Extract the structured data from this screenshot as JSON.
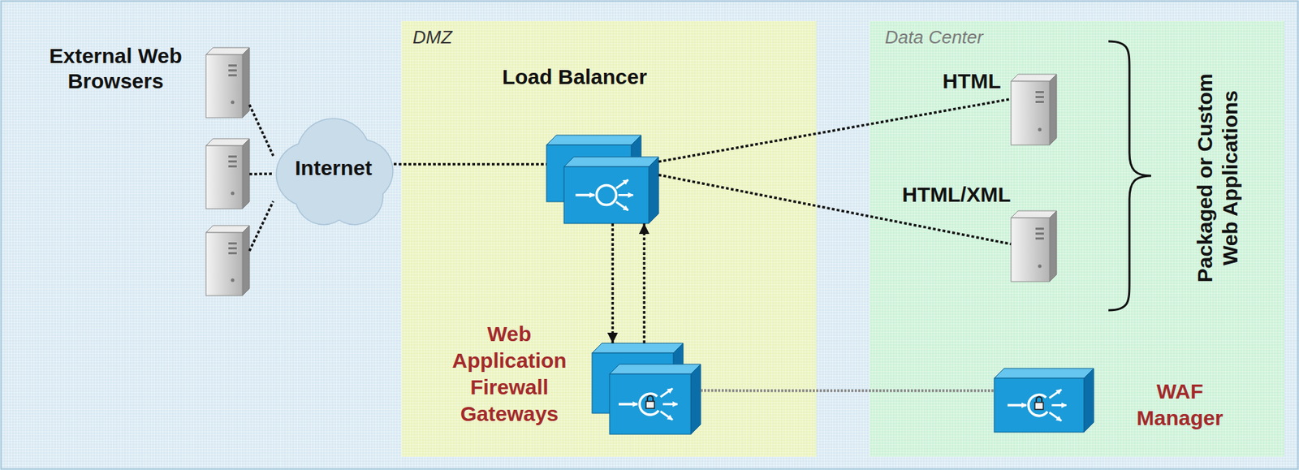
{
  "diagram": {
    "nodes": [
      {
        "text": [
          "External Web Browsers"
        ]
      },
      {
        "text": [
          "Internet"
        ]
      },
      {
        "text": [
          "DMZ"
        ]
      },
      {
        "text": [
          "Load Balancer"
        ],
        "in": 2
      },
      {
        "text": [
          "Web Application Firewall Gateways"
        ],
        "in": 2
      },
      {
        "text": [
          "Data Center"
        ]
      },
      {
        "text": [
          "HTML"
        ],
        "in": 5
      },
      {
        "text": [
          "HTML/XML"
        ],
        "in": 5
      },
      {
        "text": [
          "WAF Manager"
        ],
        "in": 5
      }
    ],
    "edges": [
      {
        "from": 0,
        "to": 1,
        "arrow": "none"
      },
      {
        "from": 0,
        "to": 1,
        "arrow": "none"
      },
      {
        "from": 0,
        "to": 1,
        "arrow": "none"
      },
      {
        "from": 1,
        "to": 3,
        "arrow": "none"
      },
      {
        "from": 3,
        "to": 6,
        "arrow": "none"
      },
      {
        "from": 3,
        "to": 7,
        "arrow": "none"
      },
      {
        "from": 3,
        "to": 4,
        "arrow": "to"
      },
      {
        "from": 4,
        "to": 3,
        "arrow": "to"
      },
      {
        "from": 4,
        "to": 8,
        "arrow": "none"
      }
    ],
    "labels": [
      "Packaged or Custom Web Applications"
    ]
  }
}
